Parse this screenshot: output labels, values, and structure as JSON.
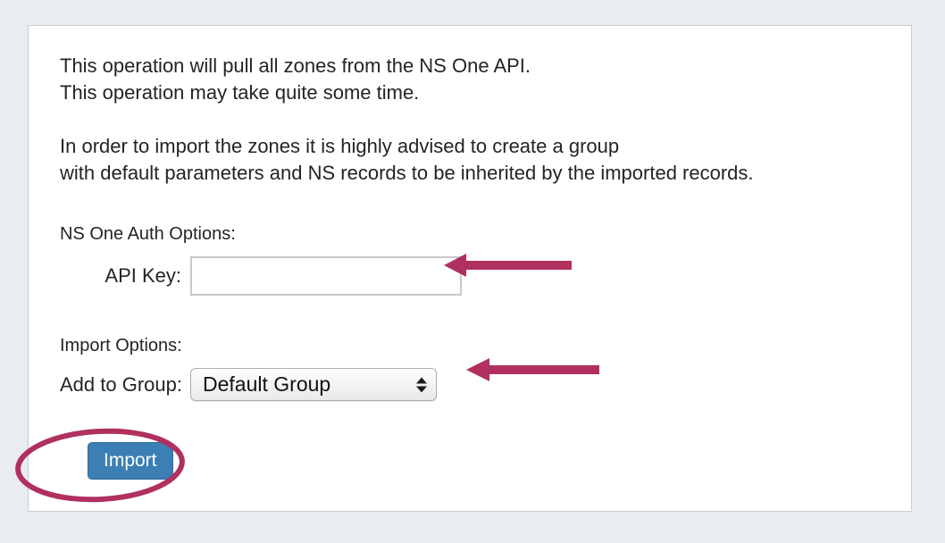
{
  "page": {
    "background_color": "#e9edf0",
    "panel_background": "#ffffff",
    "panel_border_color": "#c9ccd0"
  },
  "intro": {
    "paragraph_1": "This operation will pull all zones from the NS One API.\nThis operation may take quite some time.",
    "paragraph_2": "In order to import the zones it is highly advised to create a group\nwith default parameters and NS records to be inherited by the imported records."
  },
  "auth_section": {
    "heading": "NS One Auth Options:",
    "api_key": {
      "label": "API Key:",
      "value": "",
      "placeholder": ""
    }
  },
  "import_section": {
    "heading": "Import Options:",
    "add_to_group": {
      "label": "Add to Group:",
      "selected": "Default Group",
      "options": [
        "Default Group"
      ]
    }
  },
  "actions": {
    "import_button": {
      "label": "Import",
      "background_color": "#3b7fb5",
      "text_color": "#ffffff"
    }
  },
  "annotations": {
    "color": "#b03060",
    "arrow_api_key": "arrow pointing left at API Key input",
    "arrow_add_to_group": "arrow pointing left at Add to Group select",
    "ellipse_import": "ellipse highlighting the Import button"
  }
}
